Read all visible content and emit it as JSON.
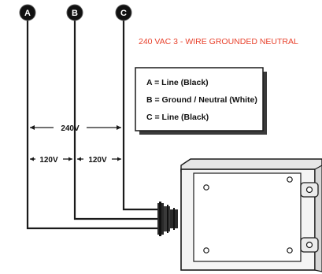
{
  "title": "240 VAC 3 - WIRE GROUNDED NEUTRAL",
  "colors": {
    "title": "#e8412c",
    "line": "#1a1a1a",
    "terminal_fill": "#111111",
    "box_fill": "#f2f2f2"
  },
  "terminals": [
    {
      "letter": "A"
    },
    {
      "letter": "B"
    },
    {
      "letter": "C"
    }
  ],
  "legend": [
    "A = Line (Black)",
    "B = Ground / Neutral (White)",
    "C = Line (Black)"
  ],
  "voltages": {
    "line_to_line": "240V",
    "a_to_b": "120V",
    "b_to_c": "120V"
  }
}
